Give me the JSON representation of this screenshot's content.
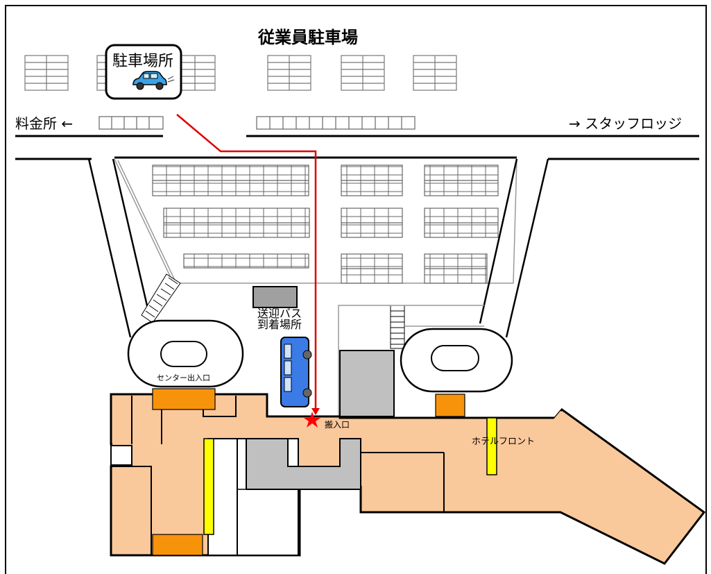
{
  "map": {
    "title": "従業員駐車場",
    "parking_badge": "駐車場所",
    "left_road": "料金所 ←",
    "right_road": "→ スタッフロッジ",
    "bus_stop": [
      "送迎バス",
      "到着場所"
    ],
    "center_entrance": "センター出入口",
    "loading_entrance": "搬入口",
    "hotel_front": "ホテルフロント",
    "colors": {
      "building": "#f9c89b",
      "door": "#f7930b",
      "counter": "#ffff00",
      "gray_area": "#c0c0c0",
      "route": "#e00000",
      "star": "#ff0000",
      "car": "#3aa3e6",
      "bus": "#3a7be6"
    },
    "icons": [
      "car-icon",
      "bus-icon",
      "star-marker-icon",
      "stairs-icon"
    ]
  }
}
